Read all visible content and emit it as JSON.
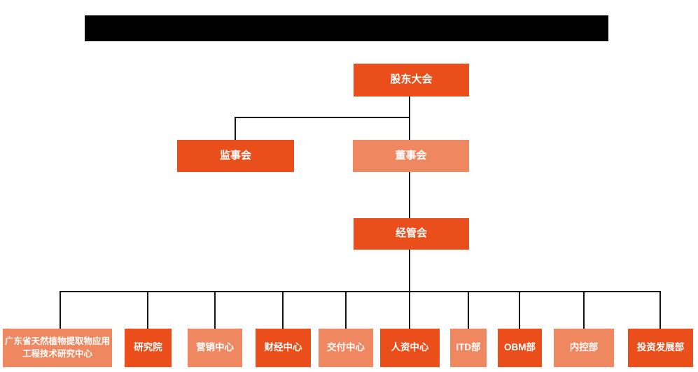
{
  "colors": {
    "background": "#ffffff",
    "primary_box": "#e94e1b",
    "secondary_box": "#ef8760",
    "box_text": "#ffffff",
    "connector": "#141414",
    "redaction_bar": "#000000"
  },
  "org_chart": {
    "type": "org-tree",
    "root": {
      "label": "股东大会",
      "variant": "primary"
    },
    "level2": [
      {
        "label": "监事会",
        "variant": "primary"
      },
      {
        "label": "董事会",
        "variant": "secondary"
      }
    ],
    "level3": {
      "label": "经管会",
      "variant": "primary"
    },
    "departments": [
      {
        "label": "广东省天然植物提取物应用工程技术研究中心",
        "variant": "secondary"
      },
      {
        "label": "研究院",
        "variant": "primary"
      },
      {
        "label": "营销中心",
        "variant": "secondary"
      },
      {
        "label": "财经中心",
        "variant": "primary"
      },
      {
        "label": "交付中心",
        "variant": "secondary"
      },
      {
        "label": "人资中心",
        "variant": "primary"
      },
      {
        "label": "ITD部",
        "variant": "secondary"
      },
      {
        "label": "OBM部",
        "variant": "primary"
      },
      {
        "label": "内控部",
        "variant": "secondary"
      },
      {
        "label": "投资发展部",
        "variant": "primary"
      }
    ]
  }
}
